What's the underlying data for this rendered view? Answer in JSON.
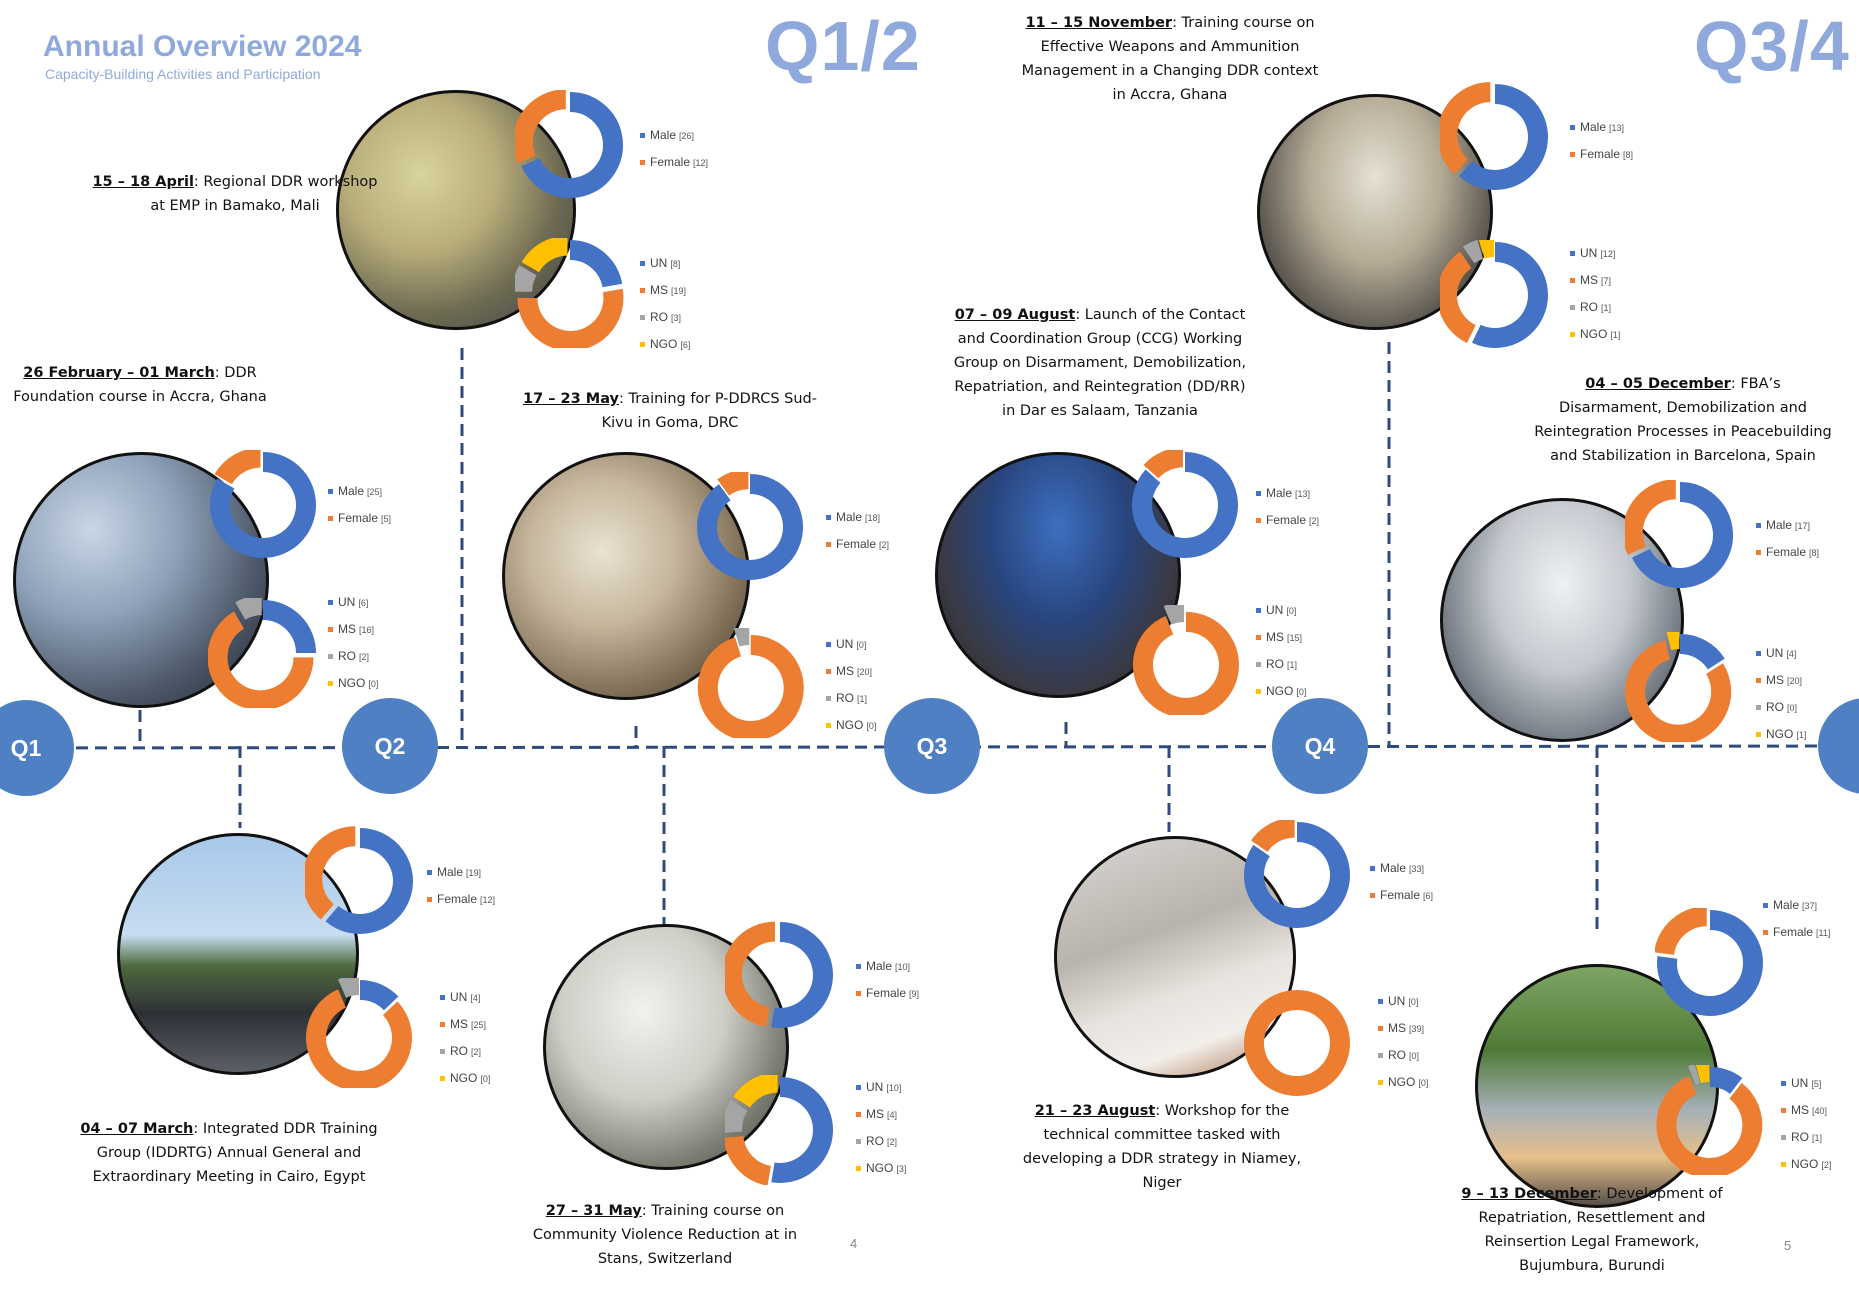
{
  "header": {
    "title": "Annual Overview 2024",
    "subtitle": "Capacity-Building Activities and Participation",
    "q12": "Q1/2",
    "q34": "Q3/4"
  },
  "timeline": {
    "quarters": [
      "Q1",
      "Q2",
      "Q3",
      "Q4"
    ]
  },
  "pages": {
    "left": "4",
    "right": "5"
  },
  "colors": {
    "male": "#4472C4",
    "female": "#ED7D31",
    "UN": "#4472C4",
    "MS": "#ED7D31",
    "RO": "#A5A5A5",
    "NGO": "#FFC000",
    "node": "#4F80C4",
    "dash": "#2F4B7C"
  },
  "chart_data": [
    {
      "type": "pie",
      "event": "bamako",
      "date": "15 – 18 April",
      "desc": ": Regional DDR workshop at EMP in Bamako, Mali",
      "gender": {
        "categories": [
          "Male",
          "Female"
        ],
        "values": [
          26,
          12
        ]
      },
      "affiliation": {
        "categories": [
          "UN",
          "MS",
          "RO",
          "NGO"
        ],
        "values": [
          8,
          19,
          3,
          6
        ]
      }
    },
    {
      "type": "pie",
      "event": "accra-foundation",
      "date": "26 February – 01 March",
      "desc": ": DDR Foundation course in Accra, Ghana",
      "gender": {
        "categories": [
          "Male",
          "Female"
        ],
        "values": [
          25,
          5
        ]
      },
      "affiliation": {
        "categories": [
          "UN",
          "MS",
          "RO",
          "NGO"
        ],
        "values": [
          6,
          16,
          2,
          0
        ]
      }
    },
    {
      "type": "pie",
      "event": "goma",
      "date": "17 – 23 May",
      "desc": ": Training for P-DDRCS Sud-Kivu in Goma, DRC",
      "gender": {
        "categories": [
          "Male",
          "Female"
        ],
        "values": [
          18,
          2
        ]
      },
      "affiliation": {
        "categories": [
          "UN",
          "MS",
          "RO",
          "NGO"
        ],
        "values": [
          0,
          20,
          1,
          0
        ]
      }
    },
    {
      "type": "pie",
      "event": "cairo",
      "date": "04 – 07 March",
      "desc": ": Integrated DDR Training Group (IDDRTG) Annual General and Extraordinary Meeting in Cairo, Egypt",
      "gender": {
        "categories": [
          "Male",
          "Female"
        ],
        "values": [
          19,
          12
        ]
      },
      "affiliation": {
        "categories": [
          "UN",
          "MS",
          "RO",
          "NGO"
        ],
        "values": [
          4,
          25,
          2,
          0
        ]
      }
    },
    {
      "type": "pie",
      "event": "stans",
      "date": "27 – 31 May",
      "desc": ": Training course on Community Violence Reduction at in Stans, Switzerland",
      "gender": {
        "categories": [
          "Male",
          "Female"
        ],
        "values": [
          10,
          9
        ]
      },
      "affiliation": {
        "categories": [
          "UN",
          "MS",
          "RO",
          "NGO"
        ],
        "values": [
          10,
          4,
          2,
          3
        ]
      }
    },
    {
      "type": "pie",
      "event": "accra-weapons",
      "date": "11 – 15 November",
      "desc": ": Training course on Effective Weapons and Ammunition Management in a Changing DDR context in Accra, Ghana",
      "gender": {
        "categories": [
          "Male",
          "Female"
        ],
        "values": [
          13,
          8
        ]
      },
      "affiliation": {
        "categories": [
          "UN",
          "MS",
          "RO",
          "NGO"
        ],
        "values": [
          12,
          7,
          1,
          1
        ]
      }
    },
    {
      "type": "pie",
      "event": "dar-es-salaam",
      "date": "07 – 09 August",
      "desc": ": Launch of the Contact and Coordination Group (CCG) Working Group on Disarmament, Demobilization, Repatriation, and Reintegration (DD/RR) in Dar es Salaam, Tanzania",
      "gender": {
        "categories": [
          "Male",
          "Female"
        ],
        "values": [
          13,
          2
        ]
      },
      "affiliation": {
        "categories": [
          "UN",
          "MS",
          "RO",
          "NGO"
        ],
        "values": [
          0,
          15,
          1,
          0
        ]
      }
    },
    {
      "type": "pie",
      "event": "barcelona",
      "date": "04 – 05 December",
      "desc": ": FBA’s Disarmament, Demobilization and Reintegration Processes in Peacebuilding and Stabilization in Barcelona, Spain",
      "gender": {
        "categories": [
          "Male",
          "Female"
        ],
        "values": [
          17,
          8
        ]
      },
      "affiliation": {
        "categories": [
          "UN",
          "MS",
          "RO",
          "NGO"
        ],
        "values": [
          4,
          20,
          0,
          1
        ]
      }
    },
    {
      "type": "pie",
      "event": "niamey",
      "date": "21 – 23 August",
      "desc": ": Workshop for the technical committee tasked with developing a DDR strategy in Niamey, Niger",
      "gender": {
        "categories": [
          "Male",
          "Female"
        ],
        "values": [
          33,
          6
        ]
      },
      "affiliation": {
        "categories": [
          "UN",
          "MS",
          "RO",
          "NGO"
        ],
        "values": [
          0,
          39,
          0,
          0
        ]
      }
    },
    {
      "type": "pie",
      "event": "bujumbura",
      "date": "9 – 13 December",
      "desc": ": Development of Repatriation, Resettlement and Reinsertion Legal Framework, Bujumbura, Burundi",
      "gender": {
        "categories": [
          "Male",
          "Female"
        ],
        "values": [
          37,
          11
        ]
      },
      "affiliation": {
        "categories": [
          "UN",
          "MS",
          "RO",
          "NGO"
        ],
        "values": [
          5,
          40,
          1,
          2
        ]
      }
    }
  ]
}
